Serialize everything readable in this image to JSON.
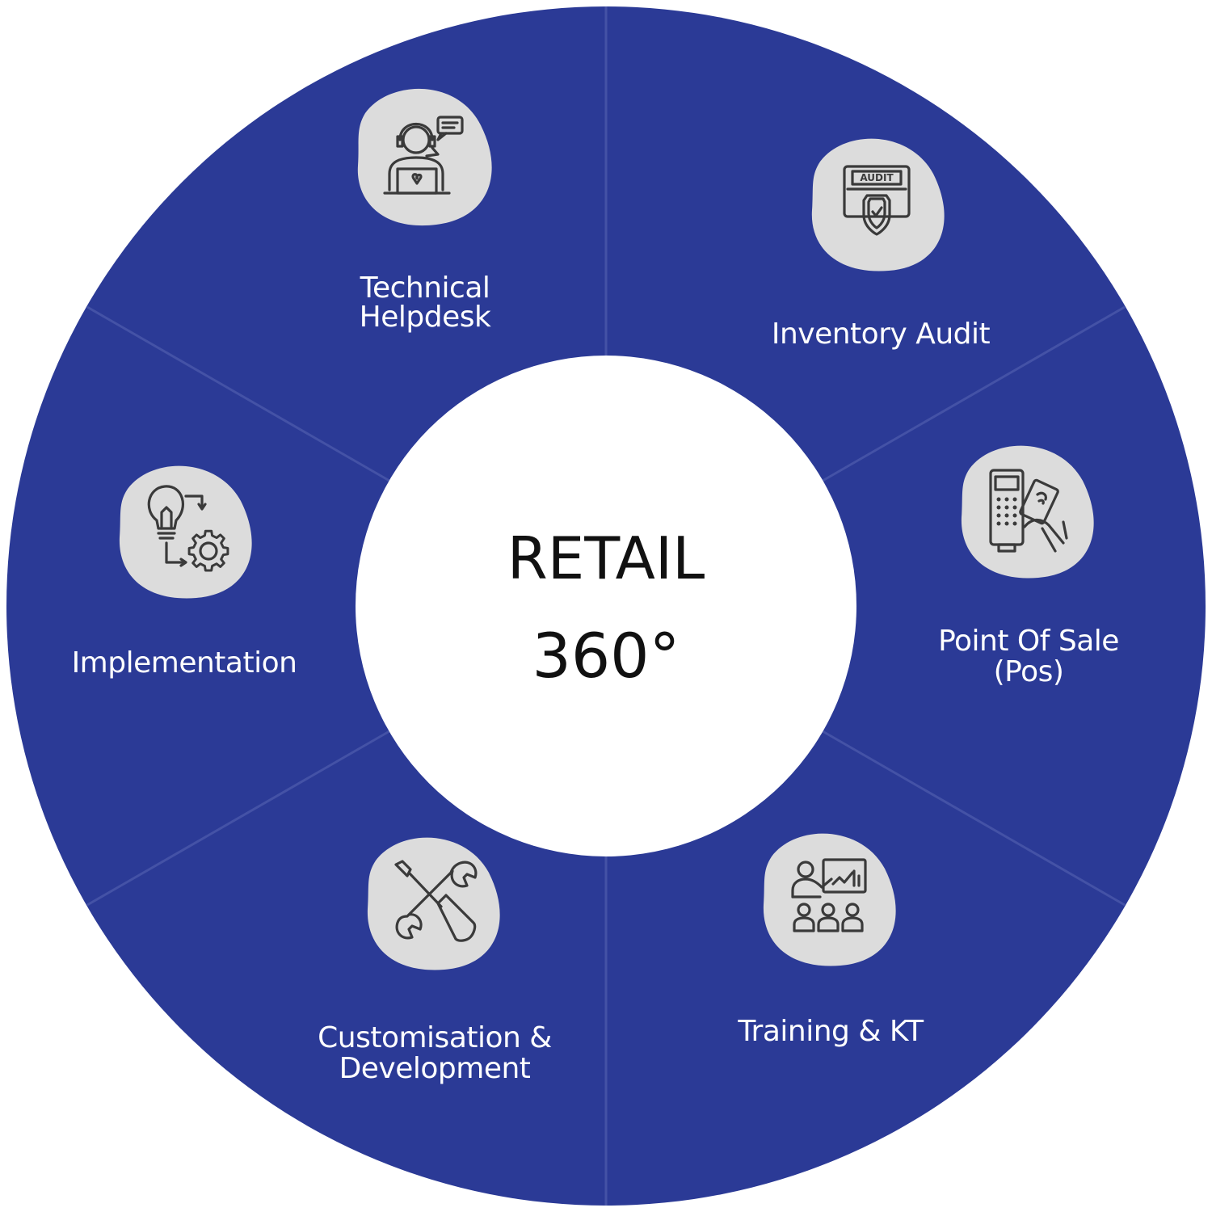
{
  "colors": {
    "ring": "#2b3a96",
    "divider": "#4452a6",
    "center": "#ffffff",
    "icon_bg": "#dcdcdc",
    "label": "#ffffff"
  },
  "center": {
    "line1": "RETAIL",
    "line2": "360°"
  },
  "segments": [
    {
      "label_lines": [
        "Technical",
        "Helpdesk"
      ],
      "icon": "helpdesk-agent-icon"
    },
    {
      "label_lines": [
        "Inventory Audit"
      ],
      "icon": "audit-shield-icon"
    },
    {
      "label_lines": [
        "Point Of Sale",
        "(Pos)"
      ],
      "icon": "pos-terminal-icon"
    },
    {
      "label_lines": [
        "Training & KT"
      ],
      "icon": "presentation-training-icon"
    },
    {
      "label_lines": [
        "Customisation &",
        "Development"
      ],
      "icon": "tools-wrench-screwdriver-icon"
    },
    {
      "label_lines": [
        "Implementation"
      ],
      "icon": "idea-gear-icon"
    }
  ]
}
